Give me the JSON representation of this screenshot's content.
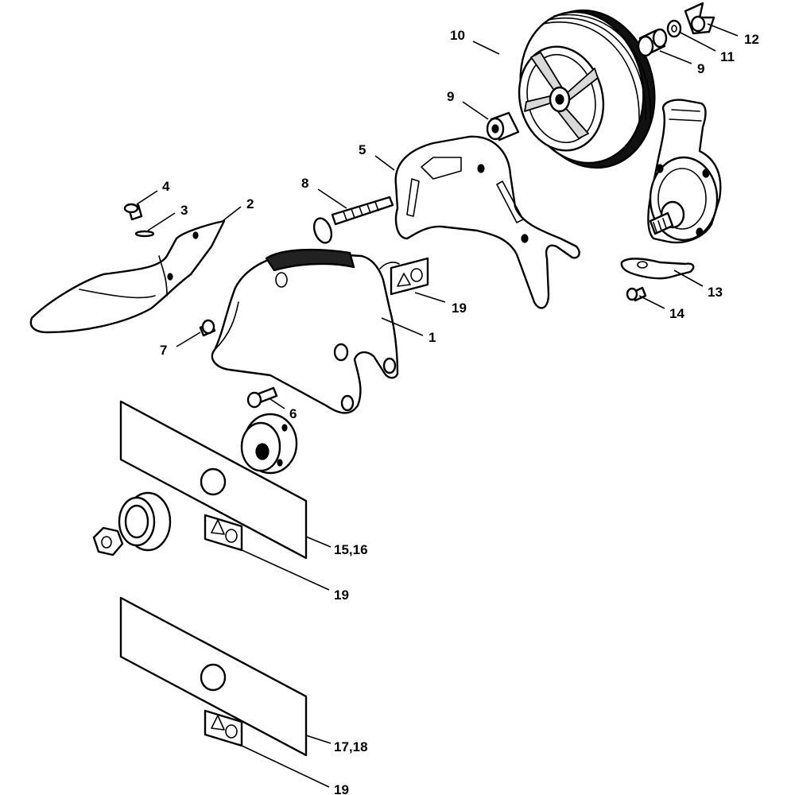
{
  "callouts": [
    {
      "id": "c1",
      "text": "1"
    },
    {
      "id": "c2",
      "text": "2"
    },
    {
      "id": "c3",
      "text": "3"
    },
    {
      "id": "c4",
      "text": "4"
    },
    {
      "id": "c5",
      "text": "5"
    },
    {
      "id": "c6",
      "text": "6"
    },
    {
      "id": "c7",
      "text": "7"
    },
    {
      "id": "c8",
      "text": "8"
    },
    {
      "id": "c9a",
      "text": "9"
    },
    {
      "id": "c9b",
      "text": "9"
    },
    {
      "id": "c10",
      "text": "10"
    },
    {
      "id": "c11",
      "text": "11"
    },
    {
      "id": "c12",
      "text": "12"
    },
    {
      "id": "c13",
      "text": "13"
    },
    {
      "id": "c14",
      "text": "14"
    },
    {
      "id": "c15",
      "text": "15,16"
    },
    {
      "id": "c17",
      "text": "17,18"
    },
    {
      "id": "c19a",
      "text": "19"
    },
    {
      "id": "c19b",
      "text": "19"
    },
    {
      "id": "c19c",
      "text": "19"
    }
  ]
}
